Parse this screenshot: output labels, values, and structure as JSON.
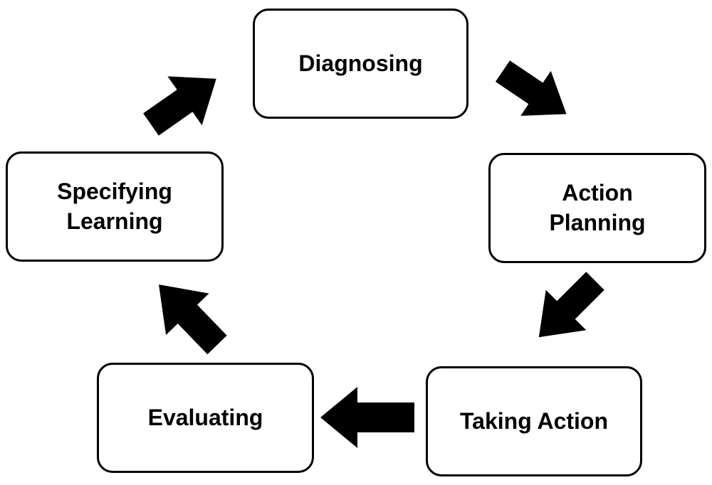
{
  "diagram": {
    "type": "cycle",
    "nodes": [
      {
        "id": "diagnosing",
        "lines": [
          "Diagnosing"
        ]
      },
      {
        "id": "action-planning",
        "lines": [
          "Action",
          "Planning"
        ]
      },
      {
        "id": "taking-action",
        "lines": [
          "Taking Action"
        ]
      },
      {
        "id": "evaluating",
        "lines": [
          "Evaluating"
        ]
      },
      {
        "id": "specifying-learning",
        "lines": [
          "Specifying",
          "Learning"
        ]
      }
    ],
    "edges": [
      {
        "from": "diagnosing",
        "to": "action-planning"
      },
      {
        "from": "action-planning",
        "to": "taking-action"
      },
      {
        "from": "taking-action",
        "to": "evaluating"
      },
      {
        "from": "evaluating",
        "to": "specifying-learning"
      },
      {
        "from": "specifying-learning",
        "to": "diagnosing"
      }
    ],
    "colors": {
      "arrow": "#000000",
      "border": "#000000",
      "background": "#ffffff",
      "text": "#000000"
    }
  }
}
